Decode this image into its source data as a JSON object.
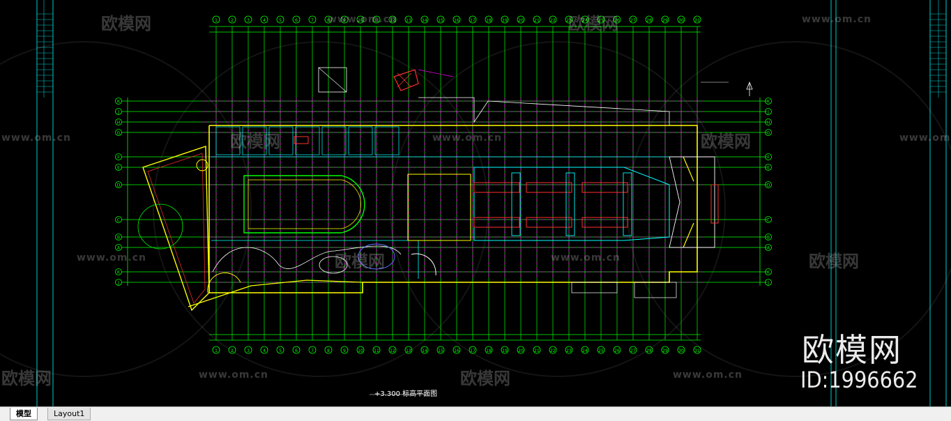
{
  "drawing": {
    "caption": "+3.300 标高平面图",
    "grid_top_labels": [
      "1",
      "2",
      "3",
      "4",
      "5",
      "6",
      "7",
      "8",
      "9",
      "10",
      "11",
      "12",
      "13",
      "14",
      "15",
      "16",
      "17",
      "18",
      "19",
      "20",
      "21",
      "22",
      "23",
      "24",
      "25",
      "26",
      "27",
      "28",
      "29",
      "30",
      "31"
    ],
    "grid_side_labels": [
      "K",
      "J",
      "H",
      "G",
      "F",
      "E",
      "D",
      "C",
      "B",
      "A"
    ],
    "colors": {
      "background": "#000000",
      "grid": "#00ff00",
      "axis_lines": "#ff00ff",
      "walls": "#ffff00",
      "structure": "#ff3030",
      "partitions": "#00ffff",
      "frame": "#00cccc",
      "annotations": "#ffffff"
    }
  },
  "watermarks": {
    "logo_text": "欧模网",
    "site": "www.om.cn",
    "brand_large": "欧模网",
    "id_label": "ID:1996662"
  },
  "tabs": {
    "model": "模型",
    "layout1": "Layout1"
  }
}
